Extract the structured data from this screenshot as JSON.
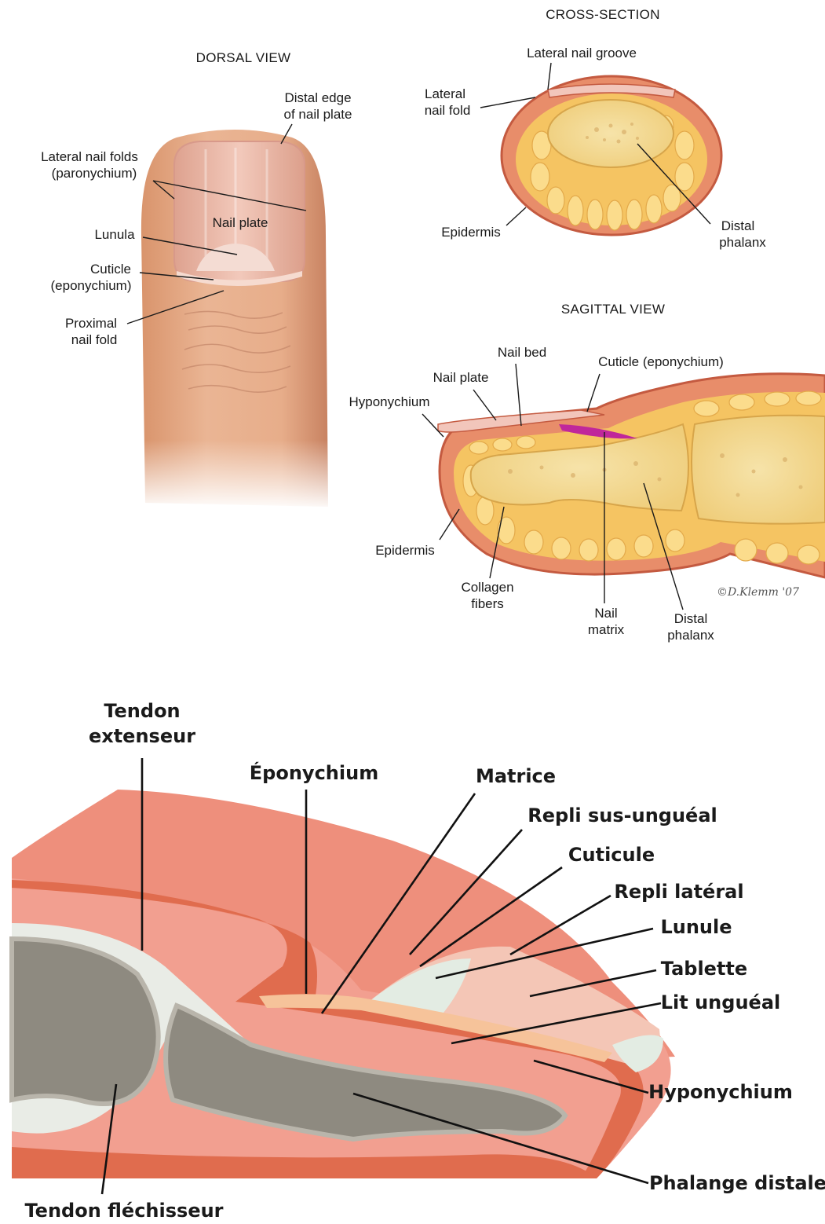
{
  "dorsal": {
    "title": "DORSAL VIEW",
    "labels": {
      "distal_edge_1": "Distal edge",
      "distal_edge_2": "of nail plate",
      "lateral_folds_1": "Lateral nail folds",
      "lateral_folds_2": "(paronychium)",
      "nail_plate": "Nail plate",
      "lunula": "Lunula",
      "cuticle_1": "Cuticle",
      "cuticle_2": "(eponychium)",
      "proximal_1": "Proximal",
      "proximal_2": "nail fold"
    }
  },
  "cross_section": {
    "title": "CROSS-SECTION",
    "labels": {
      "lateral_groove": "Lateral nail groove",
      "lateral_fold_1": "Lateral",
      "lateral_fold_2": "nail fold",
      "epidermis": "Epidermis",
      "distal_phalanx_1": "Distal",
      "distal_phalanx_2": "phalanx"
    }
  },
  "sagittal": {
    "title": "SAGITTAL VIEW",
    "labels": {
      "nail_bed": "Nail bed",
      "cuticle": "Cuticle (eponychium)",
      "nail_plate": "Nail plate",
      "hyponychium": "Hyponychium",
      "epidermis": "Epidermis",
      "collagen_1": "Collagen",
      "collagen_2": "fibers",
      "matrix_1": "Nail",
      "matrix_2": "matrix",
      "distal_phalanx_1": "Distal",
      "distal_phalanx_2": "phalanx"
    },
    "credit": "©D.Klemm '07"
  },
  "french": {
    "labels": {
      "tendon_ext_1": "Tendon",
      "tendon_ext_2": "extenseur",
      "eponychium": "Éponychium",
      "matrice": "Matrice",
      "repli_sus": "Repli sus-unguéal",
      "cuticule": "Cuticule",
      "repli_lateral": "Repli latéral",
      "lunule": "Lunule",
      "tablette": "Tablette",
      "lit_ungueal": "Lit unguéal",
      "hyponychium": "Hyponychium",
      "phalange": "Phalange distale",
      "tendon_flech": "Tendon fléchisseur"
    }
  },
  "colors": {
    "skin": "#e9b08f",
    "skin_dark": "#c98461",
    "nail": "#f1c7b8",
    "fat": "#f6c865",
    "bone": "#f7df9a",
    "dermis_red": "#d9684e",
    "matrix_pink": "#c0279b",
    "fr_skin": "#f0a196",
    "fr_dark": "#e06c4e",
    "fr_bone": "#8e8a80",
    "fr_tendon": "#e9ece6"
  }
}
